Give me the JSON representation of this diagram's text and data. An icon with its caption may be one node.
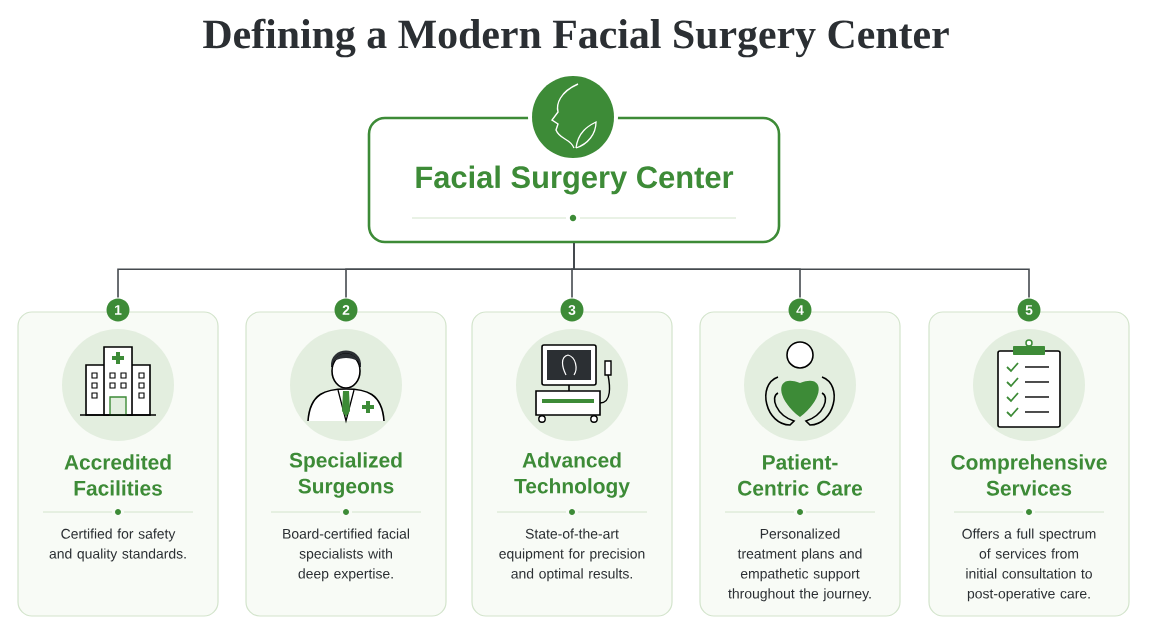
{
  "diagram": {
    "title": "Defining a Modern Facial Surgery Center",
    "nodes": [
      {
        "text": [
          "Facial Surgery Center"
        ]
      },
      {
        "text": [
          "1",
          "Accredited Facilities",
          "Certified for safety and quality standards."
        ]
      },
      {
        "text": [
          "2",
          "Specialized Surgeons",
          "Board-certified facial specialists with deep expertise."
        ]
      },
      {
        "text": [
          "3",
          "Advanced Technology",
          "State-of-the-art equipment for precision and optimal results."
        ]
      },
      {
        "text": [
          "4",
          "Patient-Centric Care",
          "Personalized treatment plans and empathetic support throughout the journey."
        ]
      },
      {
        "text": [
          "5",
          "Comprehensive Services",
          "Offers a full spectrum of services from initial consultation to post-operative care."
        ]
      }
    ],
    "edges": [
      {
        "from": 0,
        "to": 1,
        "arrow": "none"
      },
      {
        "from": 0,
        "to": 2,
        "arrow": "none"
      },
      {
        "from": 0,
        "to": 3,
        "arrow": "none"
      },
      {
        "from": 0,
        "to": 4,
        "arrow": "none"
      },
      {
        "from": 0,
        "to": 5,
        "arrow": "none"
      }
    ]
  }
}
